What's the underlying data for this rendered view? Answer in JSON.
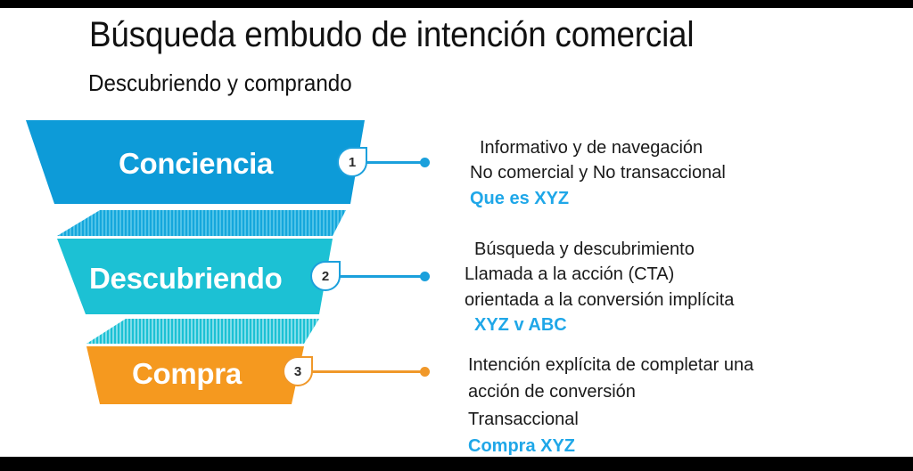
{
  "slide": {
    "title": "Búsqueda embudo de intención comercial",
    "subtitle": "Descubriendo y comprando"
  },
  "colors": {
    "stage1": "#0D9BD8",
    "stage2": "#1CC1D4",
    "stage3": "#F5991F",
    "highlight": "#1FA7E8",
    "badge_border_blue": "#1BA0DC",
    "badge_border_orange": "#F0982A",
    "background": "#FFFFFF",
    "bar": "#000000"
  },
  "funnel": {
    "stages": [
      {
        "number": "1",
        "label": "Conciencia",
        "color": "#0D9BD8",
        "lines": [
          "Informativo y de navegación",
          "No comercial y No transaccional"
        ],
        "highlight": "Que es XYZ"
      },
      {
        "number": "2",
        "label": "Descubriendo",
        "color": "#1CC1D4",
        "lines": [
          "Búsqueda y descubrimiento",
          "Llamada a la acción (CTA)",
          "orientada a la conversión implícita"
        ],
        "highlight": "XYZ v ABC"
      },
      {
        "number": "3",
        "label": "Compra",
        "color": "#F5991F",
        "lines": [
          "Intención explícita de completar una",
          "acción de conversión",
          "Transaccional"
        ],
        "highlight": "Compra XYZ"
      }
    ]
  }
}
